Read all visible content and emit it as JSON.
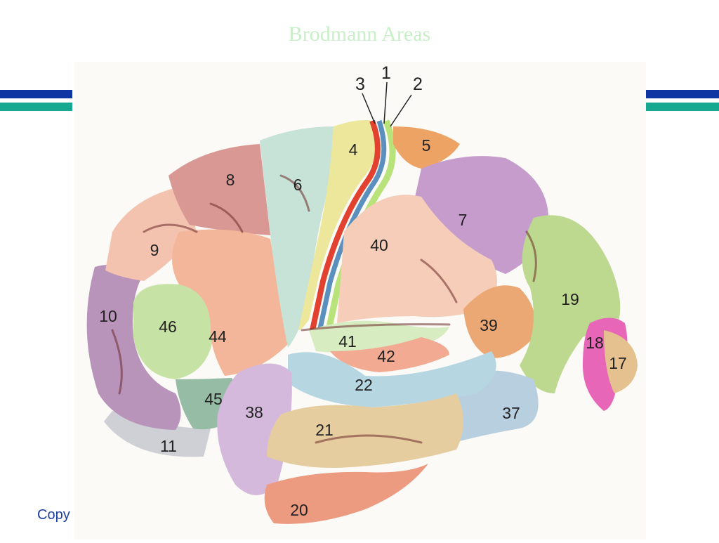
{
  "title": "Brodmann Areas",
  "footer_text": "Copy",
  "colors": {
    "bar_blue": "#0f35a3",
    "bar_teal": "#17a88f",
    "title": "#c8efc8",
    "footer": "#1b3fa0"
  },
  "areas": {
    "a1": "1",
    "a2": "2",
    "a3": "3",
    "a4": "4",
    "a5": "5",
    "a6": "6",
    "a7": "7",
    "a8": "8",
    "a9": "9",
    "a10": "10",
    "a11": "11",
    "a17": "17",
    "a18": "18",
    "a19": "19",
    "a20": "20",
    "a21": "21",
    "a22": "22",
    "a37": "37",
    "a38": "38",
    "a39": "39",
    "a40": "40",
    "a41": "41",
    "a42": "42",
    "a44": "44",
    "a45": "45",
    "a46": "46"
  }
}
